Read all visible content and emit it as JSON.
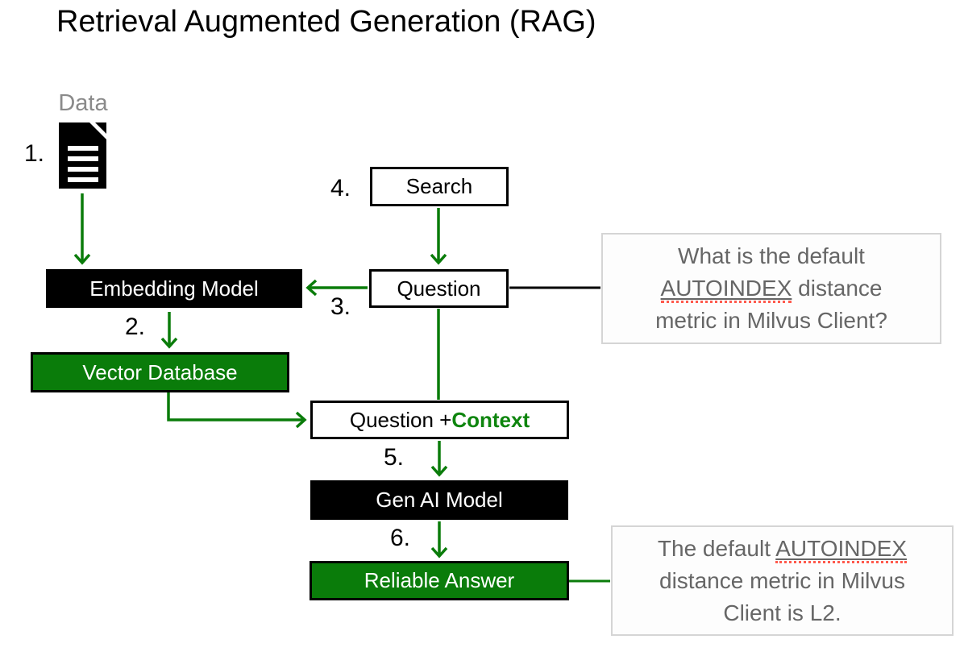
{
  "title": "Retrieval Augmented Generation (RAG)",
  "colors": {
    "accent_green": "#0a7c0a",
    "context_text_green": "#0e850e",
    "node_black": "#000000",
    "note_text_gray": "#666666",
    "note_border_gray": "#d5d5d5",
    "data_label_gray": "#8a8a8a",
    "spellcheck_red": "#ff5a4d"
  },
  "icons": {
    "document": "document-page-with-folded-corner"
  },
  "steps": [
    "1.",
    "2.",
    "3.",
    "4.",
    "5.",
    "6."
  ],
  "nodes": {
    "data": "Data",
    "embedding_model": "Embedding Model",
    "vector_database": "Vector Database",
    "search": "Search",
    "question": "Question",
    "question_context_prefix": "Question + ",
    "question_context_highlight": "Context",
    "gen_ai_model": "Gen AI Model",
    "reliable_answer": "Reliable Answer"
  },
  "notes": {
    "question": {
      "line1": "What is the default",
      "underlined": "AUTOINDEX",
      "line2_rest": " distance",
      "line3": "metric in Milvus Client?"
    },
    "answer": {
      "line1_prefix": "The default ",
      "underlined": "AUTOINDEX",
      "line2": "distance metric in Milvus",
      "line3": "Client is L2."
    }
  }
}
